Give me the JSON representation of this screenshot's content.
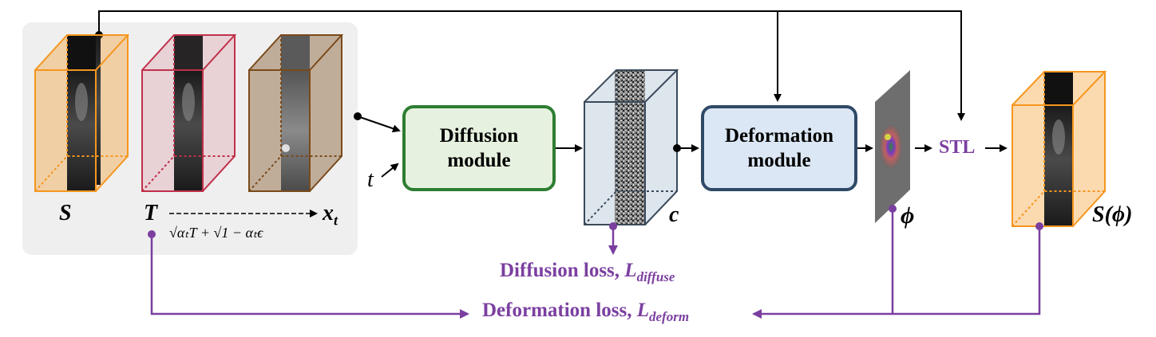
{
  "inputs": {
    "source_label": "S",
    "target_label": "T",
    "noisy_label": "x",
    "noisy_subscript": "t",
    "noise_formula": "√αₜT + √1 − αₜϵ",
    "time_label": "t"
  },
  "modules": {
    "diffusion_line1": "Diffusion",
    "diffusion_line2": "module",
    "deformation_line1": "Deformation",
    "deformation_line2": "module"
  },
  "latent_label": "c",
  "field_label": "ϕ",
  "stl_label": "STL",
  "output_label": "S(ϕ)",
  "losses": {
    "diffusion_text": "Diffusion loss, ",
    "diffusion_symbol": "L",
    "diffusion_subscript": "diffuse",
    "deformation_text": "Deformation loss, ",
    "deformation_symbol": "L",
    "deformation_subscript": "deform"
  },
  "colors": {
    "source_volume": "#f5961e",
    "target_volume": "#c0304a",
    "noisy_volume": "#7a4a1a",
    "diffusion_module_border": "#2e7d32",
    "diffusion_module_fill": "#e6f2df",
    "deformation_module_border": "#2f4a66",
    "deformation_module_fill": "#dbe7f4",
    "loss_arrows": "#7b3fa0",
    "input_panel": "#efefef"
  }
}
